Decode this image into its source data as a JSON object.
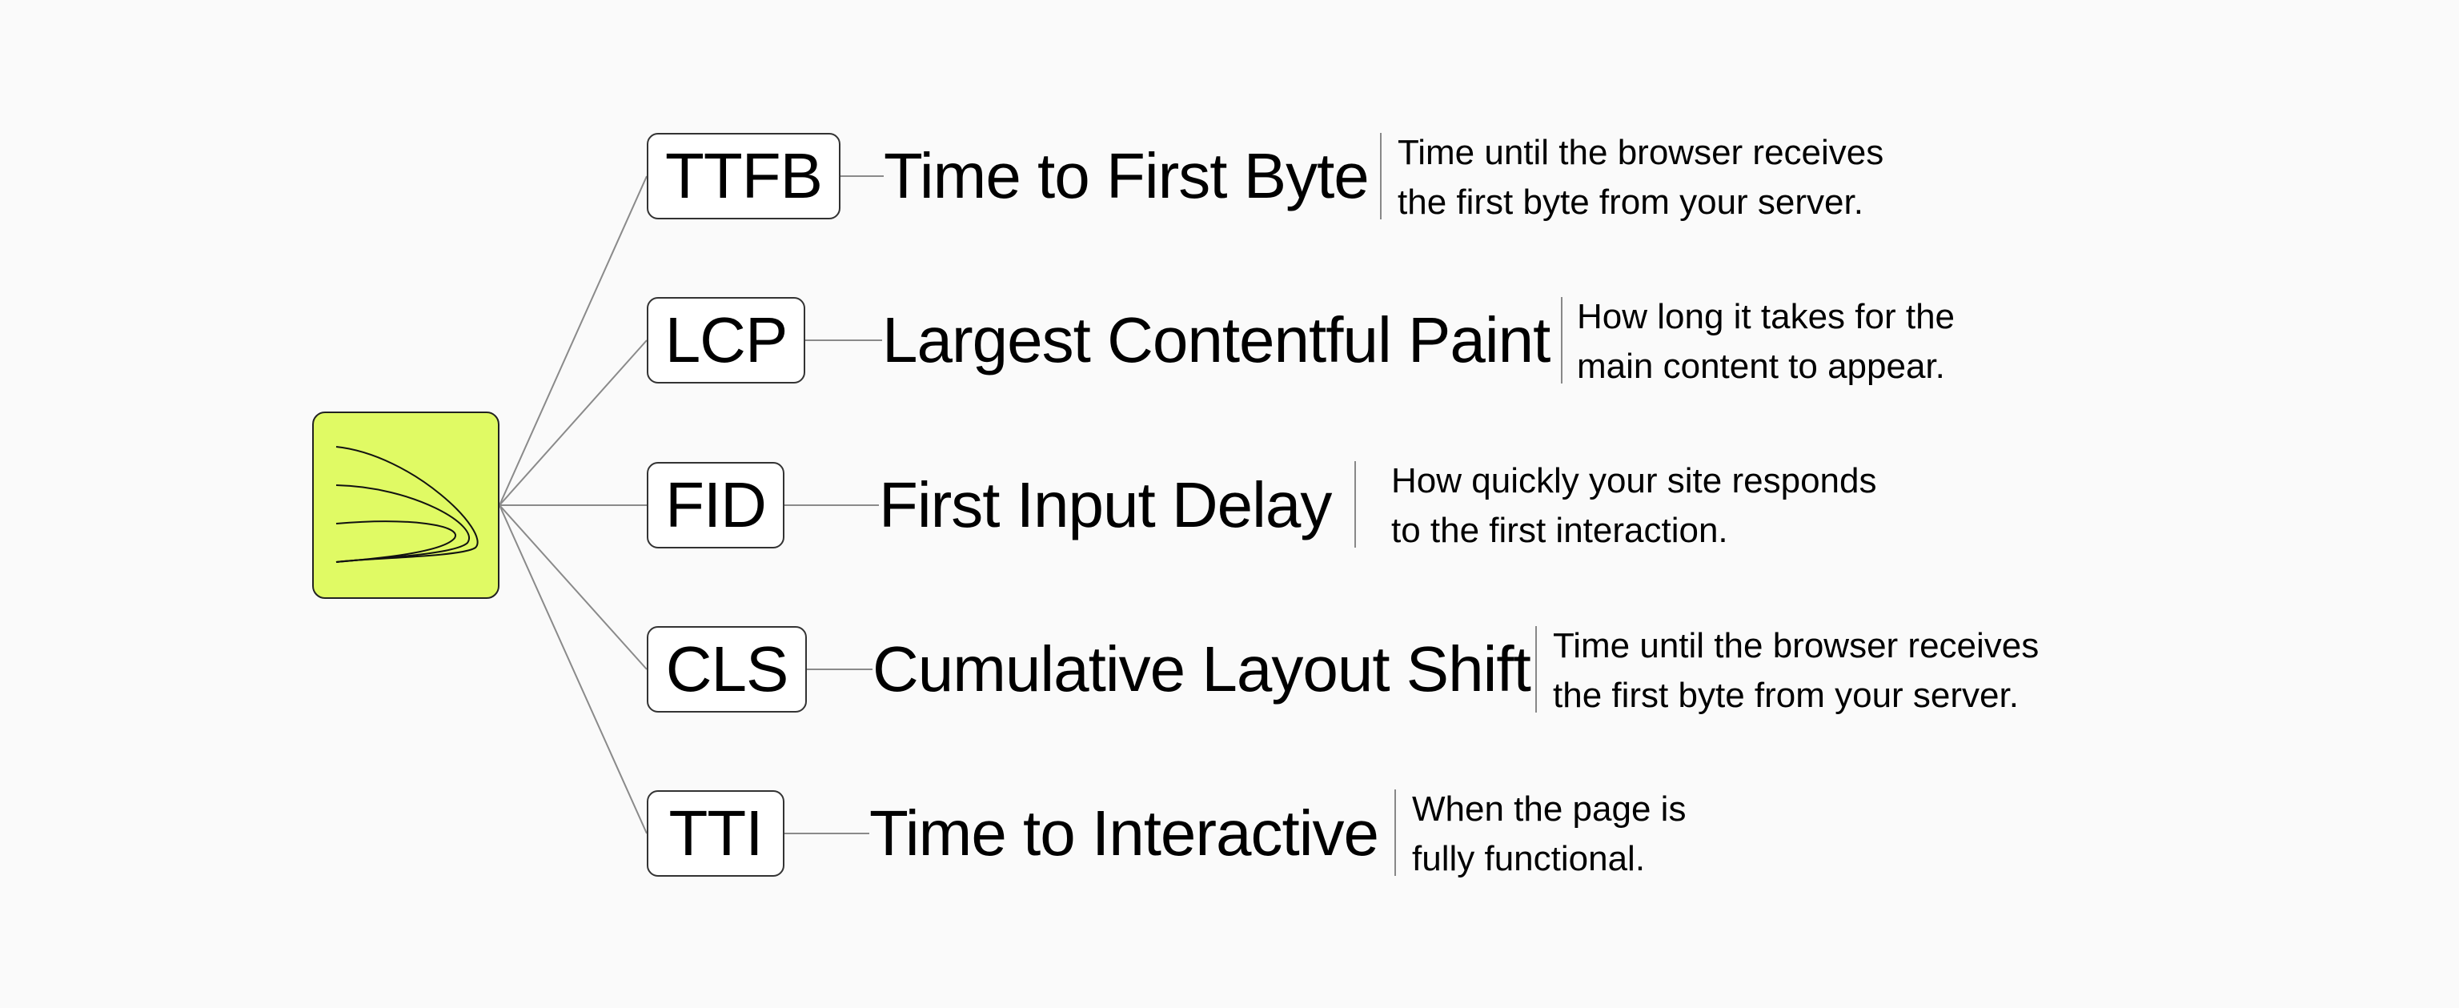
{
  "colors": {
    "background": "#fafafa",
    "root_fill": "#e0fa64",
    "connector": "#8a8a8a"
  },
  "root": {
    "icon": "nested-arcs-icon"
  },
  "metrics": [
    {
      "abbr": "TTFB",
      "name": "Time to First Byte",
      "desc_line1": "Time until the browser receives",
      "desc_line2": "the first byte from your server."
    },
    {
      "abbr": "LCP",
      "name": "Largest Contentful Paint",
      "desc_line1": "How long it takes for the",
      "desc_line2": "main content to appear."
    },
    {
      "abbr": "FID",
      "name": "First Input Delay",
      "desc_line1": "How quickly your site responds",
      "desc_line2": "to the first interaction."
    },
    {
      "abbr": "CLS",
      "name": "Cumulative Layout Shift",
      "desc_line1": "Time until the browser receives",
      "desc_line2": "the first byte from your server."
    },
    {
      "abbr": "TTI",
      "name": "Time to Interactive",
      "desc_line1": "When the page is",
      "desc_line2": "fully functional."
    }
  ]
}
